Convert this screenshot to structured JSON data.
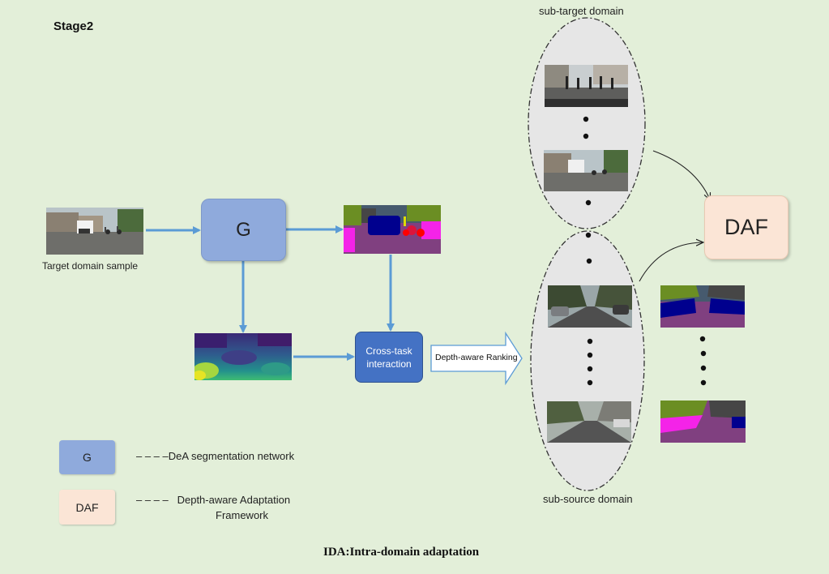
{
  "stage_label": "Stage2",
  "target_sample_caption": "Target domain sample",
  "g_block_label": "G",
  "cross_task_label": "Cross-task interaction",
  "ranking_label": "Depth-aware Ranking",
  "daf_block_label": "DAF",
  "sub_target_label": "sub-target domain",
  "sub_source_label": "sub-source domain",
  "legend": {
    "g_key": "G",
    "g_text": "– – – –DeA segmentation network",
    "daf_key": "DAF",
    "daf_text_line1": "– – – –   Depth-aware Adaptation",
    "daf_text_line2": "Framework"
  },
  "caption": "IDA:Intra-domain adaptation",
  "colors": {
    "background": "#e3efd9",
    "g_block": "#8faadc",
    "daf_block": "#fbe5d6",
    "cross_task_block": "#4472c4",
    "arrow": "#5b9bd5",
    "ellipse_fill": "#e6e6e6"
  }
}
